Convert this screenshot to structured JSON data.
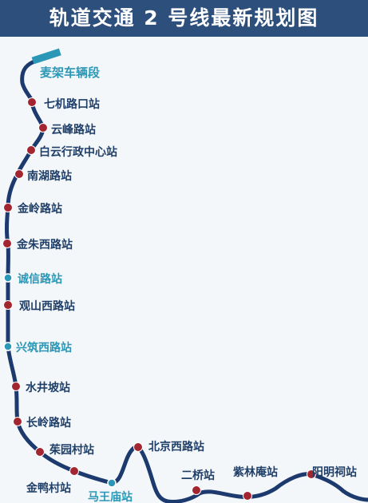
{
  "title": "轨道交通 2 号线最新规划图",
  "colors": {
    "header_bg": "#2d4f7c",
    "line": "#1d3a6e",
    "station": "#a32530",
    "transfer_station": "#2a97b6",
    "label_normal": "#1f3f68",
    "label_transfer": "#2a97b6",
    "depot": "#2a97b6"
  },
  "depot": {
    "name": "麦架车辆段"
  },
  "stations": [
    {
      "name": "七机路口站",
      "type": "normal"
    },
    {
      "name": "云峰路站",
      "type": "normal"
    },
    {
      "name": "白云行政中心站",
      "type": "normal"
    },
    {
      "name": "南湖路站",
      "type": "normal"
    },
    {
      "name": "金岭路站",
      "type": "normal"
    },
    {
      "name": "金朱西路站",
      "type": "normal"
    },
    {
      "name": "诚信路站",
      "type": "transfer"
    },
    {
      "name": "观山西路站",
      "type": "normal"
    },
    {
      "name": "兴筑西路站",
      "type": "transfer"
    },
    {
      "name": "水井坡站",
      "type": "normal"
    },
    {
      "name": "长岭路站",
      "type": "normal"
    },
    {
      "name": "茱园村站",
      "type": "normal"
    },
    {
      "name": "金鸭村站",
      "type": "normal"
    },
    {
      "name": "马王庙站",
      "type": "transfer"
    },
    {
      "name": "北京西路站",
      "type": "normal"
    },
    {
      "name": "二桥站",
      "type": "normal"
    },
    {
      "name": "紫林庵站",
      "type": "normal"
    },
    {
      "name": "阳明祠站",
      "type": "normal"
    }
  ]
}
